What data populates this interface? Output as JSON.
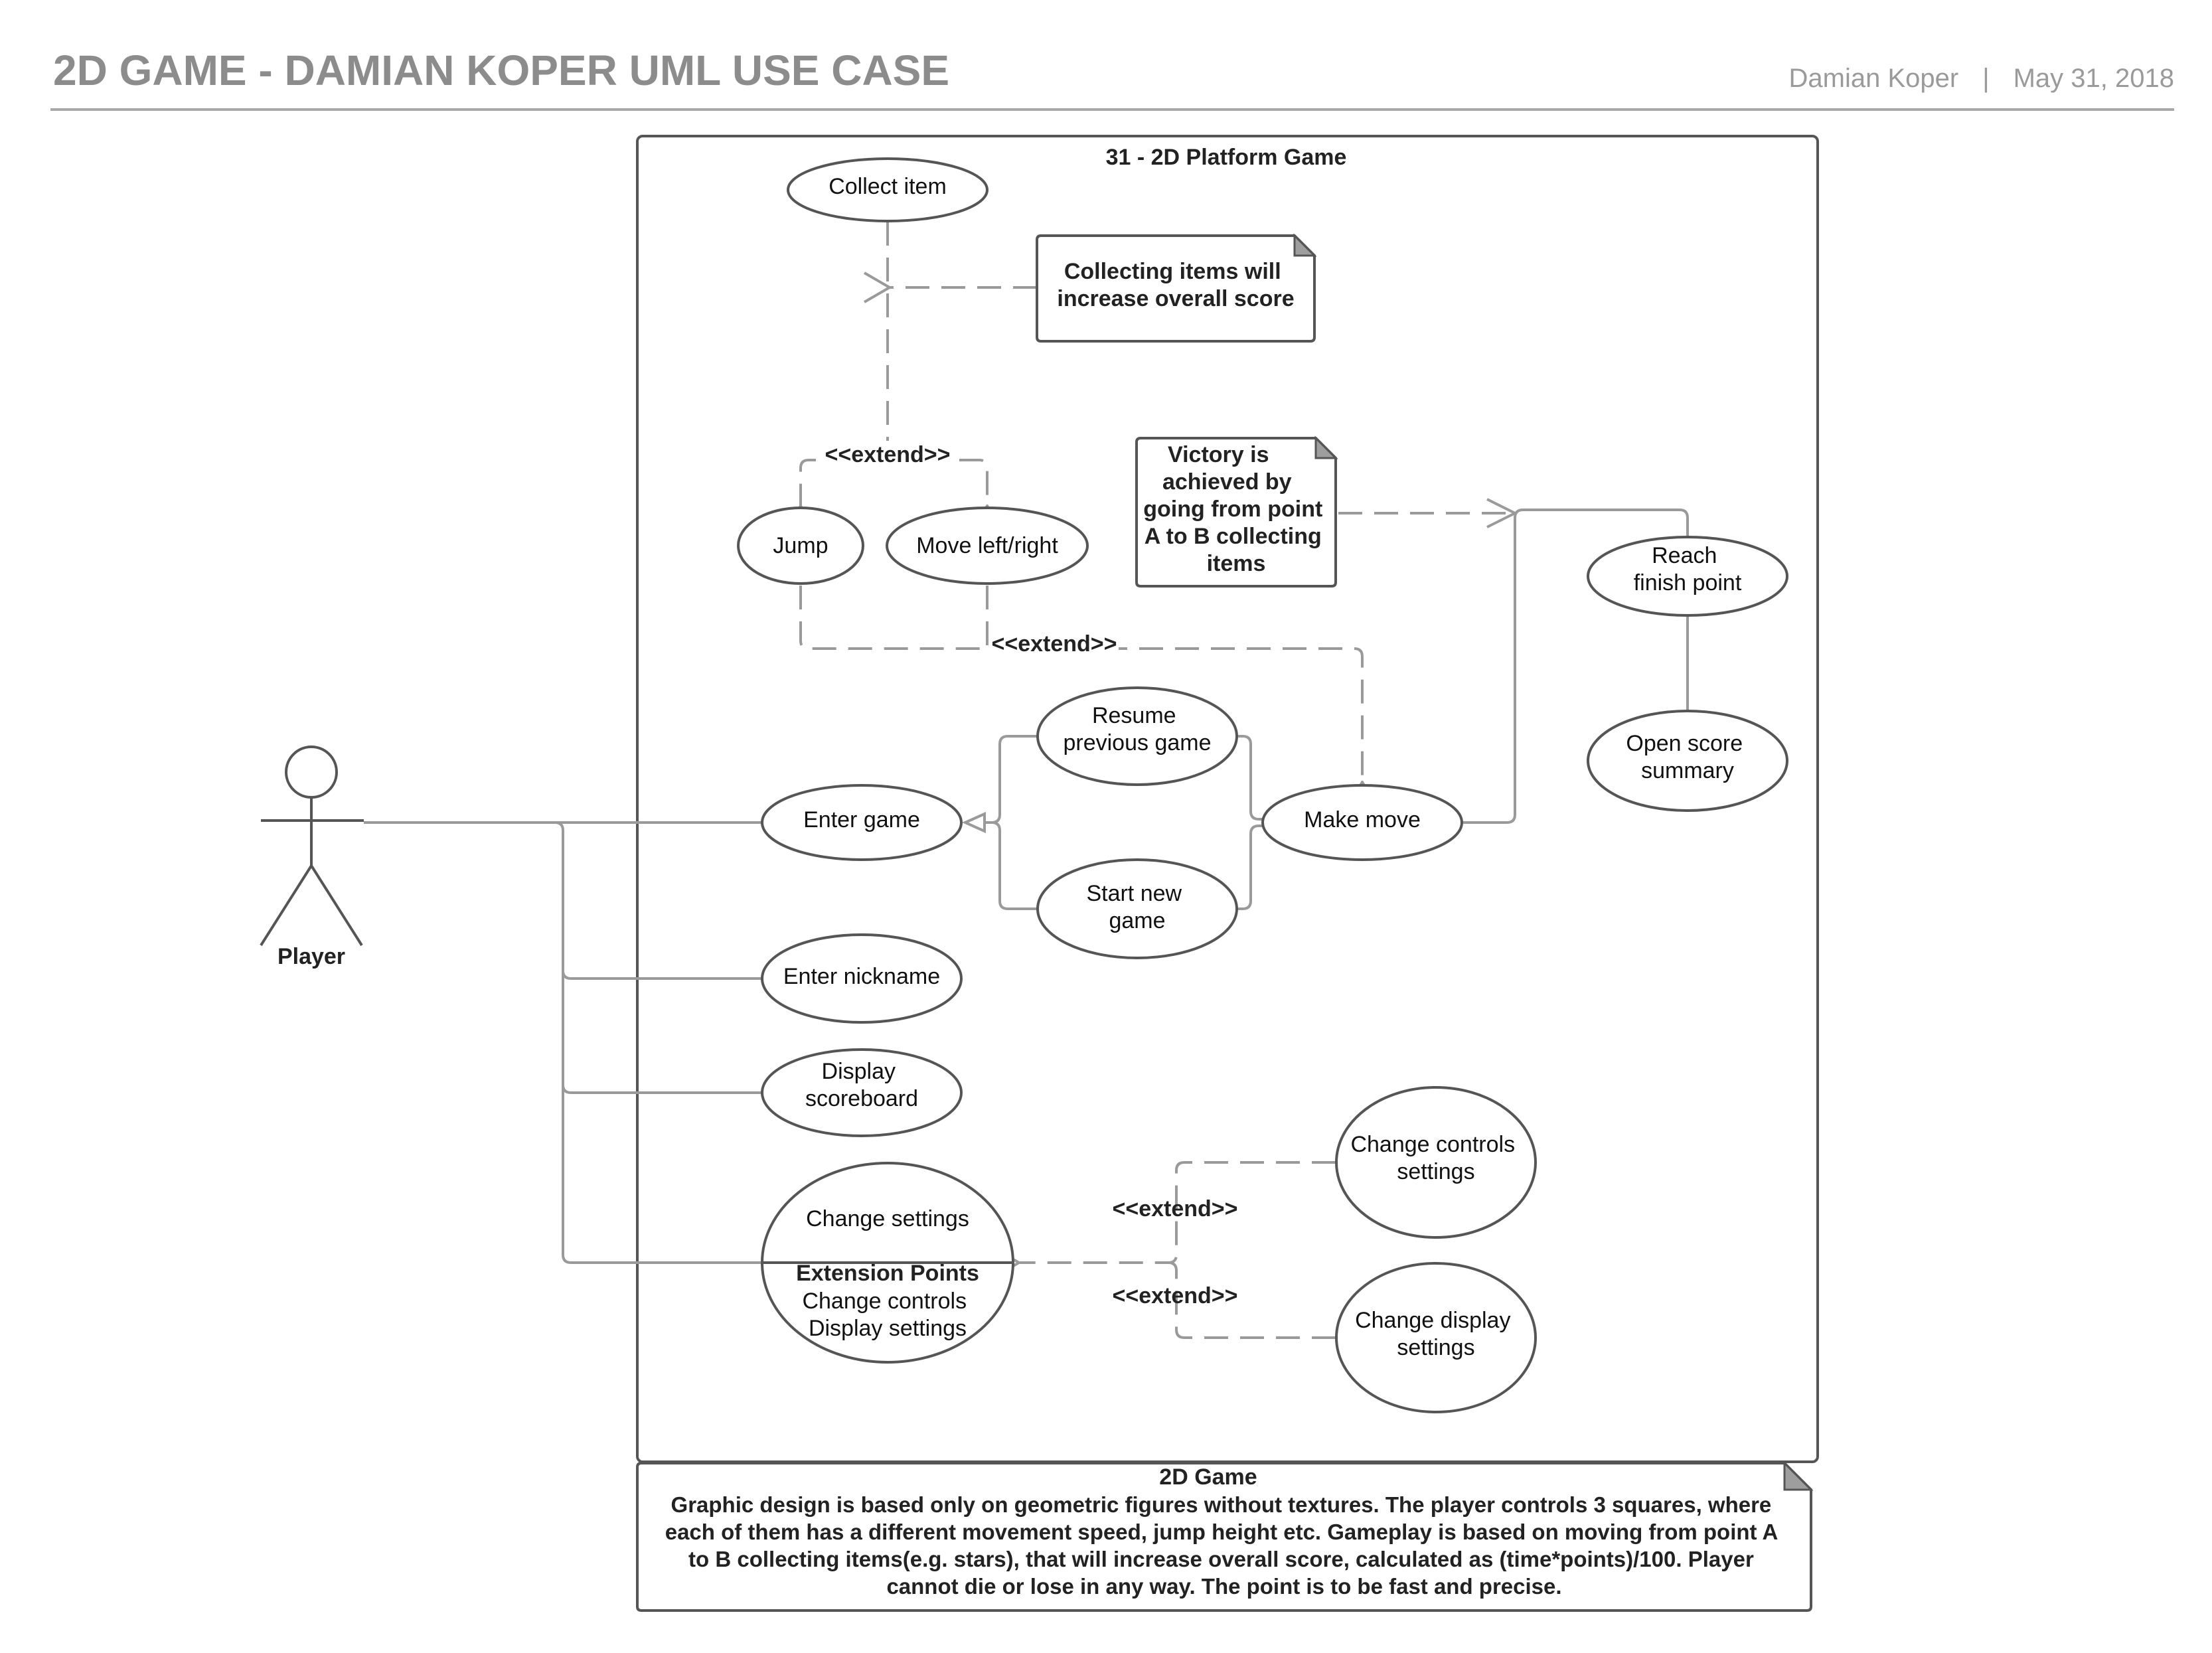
{
  "header": {
    "title": "2D GAME - DAMIAN KOPER UML USE CASE",
    "author": "Damian Koper",
    "separator": "|",
    "date": "May 31, 2018"
  },
  "system": {
    "title": "31 - 2D Platform Game"
  },
  "actor": {
    "label": "Player"
  },
  "use_cases": {
    "collect_item": "Collect item",
    "jump": "Jump",
    "move_left_right": "Move left/right",
    "reach_finish": [
      "Reach",
      "finish point"
    ],
    "open_score": [
      "Open score",
      "summary"
    ],
    "resume_game": [
      "Resume",
      "previous game"
    ],
    "start_new": [
      "Start new",
      "game"
    ],
    "enter_game": "Enter game",
    "make_move": "Make move",
    "enter_nickname": "Enter nickname",
    "display_scoreboard": [
      "Display",
      "scoreboard"
    ],
    "change_settings": {
      "label": "Change settings",
      "ext_title": "Extension Points",
      "ext_points": [
        "Change controls",
        "Display settings"
      ]
    },
    "change_controls": [
      "Change controls",
      "settings"
    ],
    "change_display": [
      "Change display",
      "settings"
    ]
  },
  "relations": {
    "extend_collect": "<<extend>>",
    "extend_jump_move": "<<extend>>",
    "extend_controls": "<<extend>>",
    "extend_display": "<<extend>>"
  },
  "notes": {
    "collecting": [
      "Collecting items will",
      "increase overall score"
    ],
    "victory": [
      "Victory is",
      "achieved by",
      "going from point",
      "A to B collecting",
      "items"
    ],
    "description": {
      "title": "2D Game",
      "lines": [
        "Graphic design is based only on geometric figures without textures. The player controls 3 squares, where",
        "each of them has a different movement speed, jump height etc. Gameplay is based on moving from point A",
        "to B collecting items(e.g. stars), that will increase overall score, calculated as (time*points)/100. Player",
        "cannot die or lose in any way. The point is to be fast and precise."
      ]
    }
  }
}
